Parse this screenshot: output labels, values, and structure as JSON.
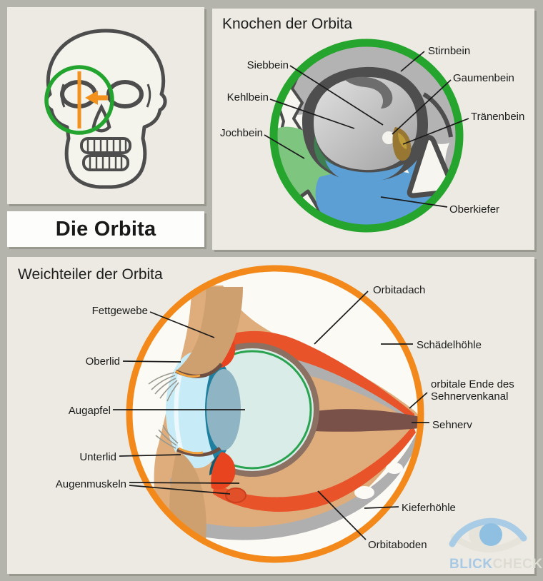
{
  "header": {
    "main_title": "Die Orbita"
  },
  "bones_panel": {
    "title": "Knochen der Orbita",
    "labels": {
      "stirnbein": "Stirnbein",
      "siebbein": "Siebbein",
      "gaumenbein": "Gaumenbein",
      "kehlbein": "Kehlbein",
      "traenenbein": "Tränenbein",
      "jochbein": "Jochbein",
      "oberkiefer": "Oberkiefer"
    }
  },
  "soft_tissue_panel": {
    "title": "Weichteiler der Orbita",
    "labels": {
      "fettgewebe": "Fettgewebe",
      "oberlid": "Oberlid",
      "augapfel": "Augapfel",
      "unterlid": "Unterlid",
      "augenmuskeln": "Augenmuskeln",
      "sehnervenkanal": "orbitale Ende des Sehnervenkanal",
      "orbitadach": "Orbitadach",
      "schaedelhoehle": "Schädelhöhle",
      "sehnerv": "Sehnerv",
      "kieferhoehle": "Kieferhöhle",
      "orbitaboden": "Orbitaboden"
    }
  },
  "logo": {
    "part1": "BLICK",
    "part2": "CHECK"
  },
  "colors": {
    "background": "#b5b4ac",
    "panel": "#eceae2",
    "green_ring": "#25a42e",
    "orange_ring": "#f2891a",
    "zygomatic_green": "#7ec57f",
    "maxilla_blue": "#5b9fd4",
    "bone_gray": "#b4b3b4",
    "muscle_red": "#e8532a",
    "optic_nerve_brown": "#7a5148",
    "fat_tan": "#dfad7c",
    "eyeball_mint": "#d9ece7",
    "iris_teal": "#1f7f9e",
    "logo_blue": "#8fc0e2"
  }
}
